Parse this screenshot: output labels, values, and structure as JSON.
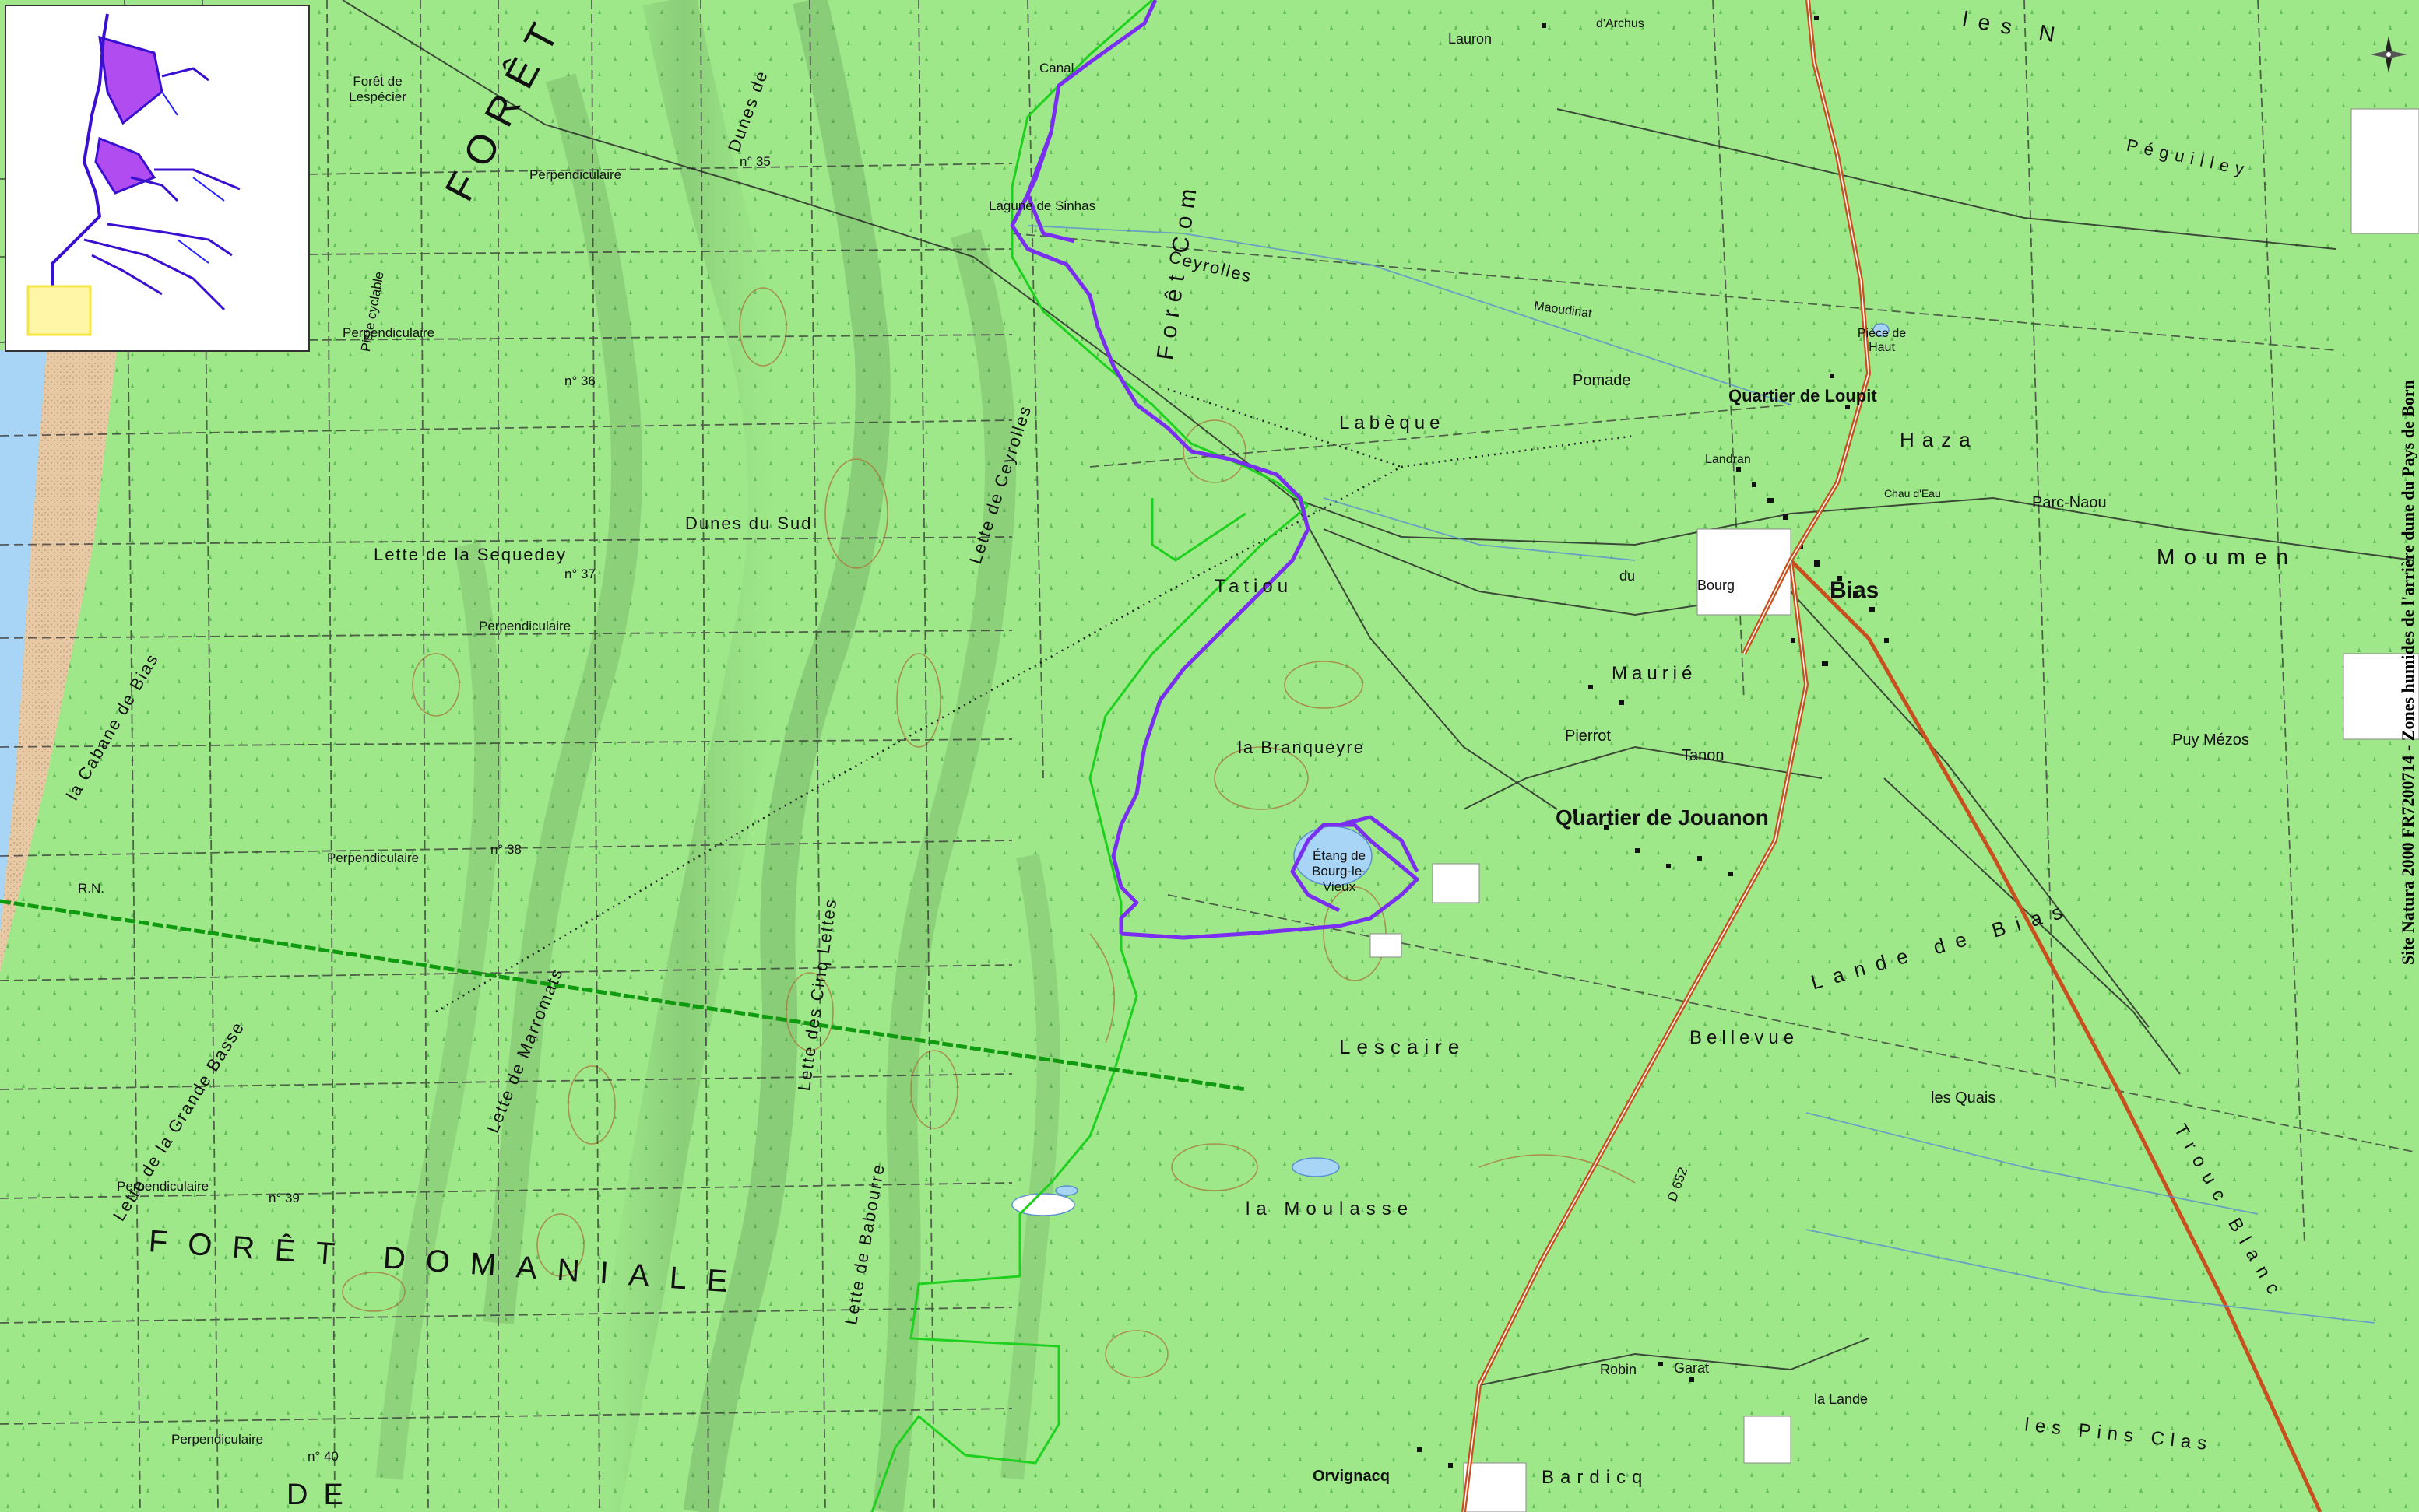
{
  "side_title": "Site Natura 2000 FR7200714 - Zones humides de l'arrière dune du Pays de Born",
  "labels": {
    "foret_domaniale_1": "FORÊT DOMANIALE",
    "foret_domaniale_2": "FORÊT DOMANIALE",
    "dunes_du_sud": "Dunes du Sud",
    "dunes_de": "Dunes de",
    "lette_sequedey": "Lette de la Sequedey",
    "cabane_bias": "la Cabane de Bias",
    "grande_basse": "Lette de la Grande Basse",
    "lette_marromats": "Lette de Marromats",
    "cinq_lettes": "Lette des Cinq Lettes",
    "lette_babourre": "Lette de Babourre",
    "lette_ceyrolles": "Lette de Ceyrolles",
    "foret_com": "Forêt Com",
    "ceyrolles": "Ceyrolles",
    "labeque": "Labèque",
    "tatiou": "Tatiou",
    "branqueyre": "la Branqueyre",
    "etang": "Étang de Bourg-le-Vieux",
    "lagune": "Lagune de Sinhas",
    "canal": "Canal",
    "lescaire": "Lescaire",
    "bellevue": "Bellevue",
    "moulasse": "la Moulasse",
    "les_quais": "les Quais",
    "lande_bias": "Lande de Bias",
    "trouc_blanc": "Trouc Blanc",
    "puy_mezos": "Puy Mézos",
    "moumen": "Moumen",
    "parc_naou": "Parc-Naou",
    "haza": "Haza",
    "peguilley": "Péguilley",
    "les_n": "les N",
    "lauron": "Lauron",
    "darchus": "d'Archus",
    "pomade": "Pomade",
    "maoudinat": "Maoudinat",
    "piece_haut": "Pièce de Haut",
    "quartier_loupit": "Quartier de Loupit",
    "landran": "Landran",
    "chateau_eau": "Chau d'Eau",
    "bourg": "Bourg",
    "du": "du",
    "bias": "Bias",
    "maurie": "Maurié",
    "pierrot": "Pierrot",
    "tanon": "Tanon",
    "quartier_jouanon": "Quartier de Jouanon",
    "robin": "Robin",
    "garat": "Garat",
    "la_lande": "la Lande",
    "les_pins_clas": "les Pins Clas",
    "bardicq": "Bardicq",
    "orvignacq": "Orvignacq",
    "de": "DE",
    "foret_lespecier": "Forêt de Lespécier",
    "perpendiculaire": "Perpendiculaire",
    "n35": "n° 35",
    "n36": "n° 36",
    "n37": "n° 37",
    "n38": "n° 38",
    "n39": "n° 39",
    "n40": "n° 40",
    "d652": "D 652",
    "piste_cyclable": "Piste cyclable",
    "rn": "R.N."
  },
  "colors": {
    "land": "#9fe88a",
    "site_boundary": "#7a2ff0",
    "green_boundary": "#1fd11f",
    "road": "#c8501e",
    "contour": "#a87a3c",
    "water": "#a8d4f5",
    "inset_highlight": "#f5e642"
  },
  "inset": {
    "note": ""
  }
}
